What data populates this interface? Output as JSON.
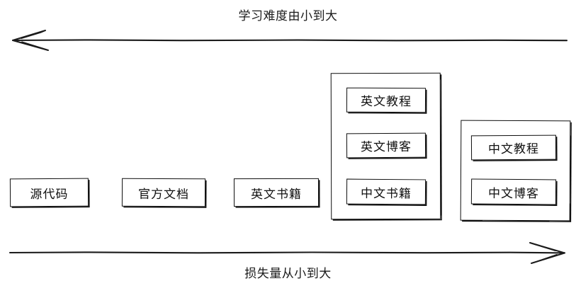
{
  "diagram": {
    "title_top": "学习难度由小到大",
    "title_bottom": "损失量从小到大",
    "axes": [
      {
        "name": "top-axis",
        "direction": "left",
        "label": "学习难度由小到大"
      },
      {
        "name": "bottom-axis",
        "direction": "right",
        "label": "损失量从小到大"
      }
    ],
    "nodes": [
      {
        "id": "source-code",
        "label": "源代码"
      },
      {
        "id": "official-docs",
        "label": "官方文档"
      },
      {
        "id": "english-books",
        "label": "英文书籍"
      }
    ],
    "groups": [
      {
        "id": "group-english",
        "items": [
          {
            "id": "english-tutorial",
            "label": "英文教程"
          },
          {
            "id": "english-blog",
            "label": "英文博客"
          },
          {
            "id": "chinese-books",
            "label": "中文书籍"
          }
        ]
      },
      {
        "id": "group-chinese",
        "items": [
          {
            "id": "chinese-tutorial",
            "label": "中文教程"
          },
          {
            "id": "chinese-blog",
            "label": "中文博客"
          }
        ]
      }
    ],
    "colors": {
      "stroke": "#0f0f0f",
      "background": "#ffffff",
      "text": "#101010"
    }
  }
}
